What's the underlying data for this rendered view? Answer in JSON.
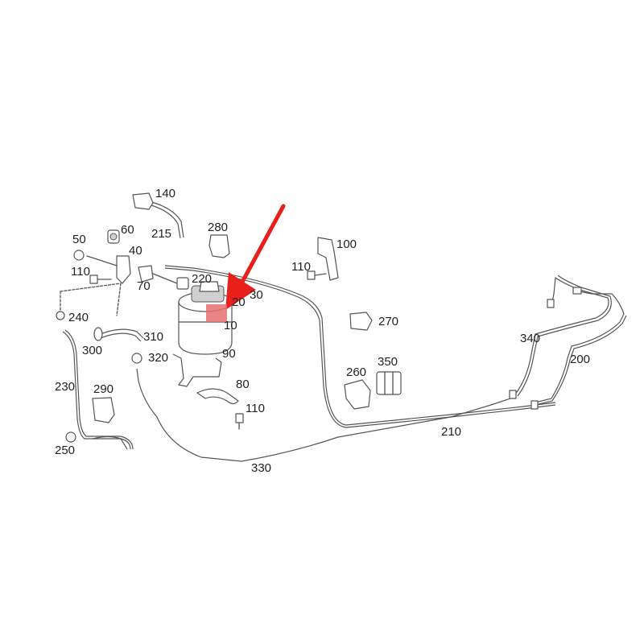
{
  "diagram": {
    "part_labels": [
      {
        "id": "p140",
        "text": "140"
      },
      {
        "id": "p60",
        "text": "60"
      },
      {
        "id": "p215",
        "text": "215"
      },
      {
        "id": "p280",
        "text": "280"
      },
      {
        "id": "p100",
        "text": "100"
      },
      {
        "id": "p50",
        "text": "50"
      },
      {
        "id": "p40",
        "text": "40"
      },
      {
        "id": "p110a",
        "text": "110"
      },
      {
        "id": "p110b",
        "text": "110"
      },
      {
        "id": "p70",
        "text": "70"
      },
      {
        "id": "p220",
        "text": "220"
      },
      {
        "id": "p30",
        "text": "30"
      },
      {
        "id": "p20",
        "text": "20"
      },
      {
        "id": "p10",
        "text": "10"
      },
      {
        "id": "p240",
        "text": "240"
      },
      {
        "id": "p270",
        "text": "270"
      },
      {
        "id": "p300",
        "text": "300"
      },
      {
        "id": "p310",
        "text": "310"
      },
      {
        "id": "p320",
        "text": "320"
      },
      {
        "id": "p90",
        "text": "90"
      },
      {
        "id": "p340",
        "text": "340"
      },
      {
        "id": "p200",
        "text": "200"
      },
      {
        "id": "p260",
        "text": "260"
      },
      {
        "id": "p350",
        "text": "350"
      },
      {
        "id": "p230",
        "text": "230"
      },
      {
        "id": "p290",
        "text": "290"
      },
      {
        "id": "p80",
        "text": "80"
      },
      {
        "id": "p110c",
        "text": "110"
      },
      {
        "id": "p210",
        "text": "210"
      },
      {
        "id": "p250",
        "text": "250"
      },
      {
        "id": "p330",
        "text": "330"
      }
    ],
    "colors": {
      "arrow": "#e8201c",
      "highlight": "#e87070",
      "line": "#555555"
    }
  }
}
